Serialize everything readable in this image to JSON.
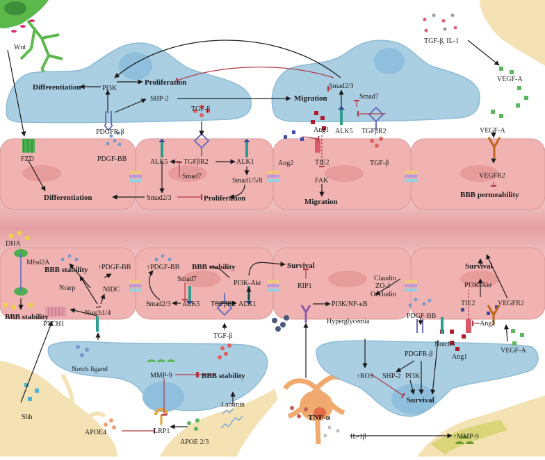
{
  "labels": {
    "wnt": "Wnt",
    "tgfb_il1": "TGF-β, IL-1",
    "vegfa_top": "VEGF-A",
    "differentiation_peri": "Differentiation",
    "pi3k_top": "PI3K",
    "proliferation_peri": "Proliferation",
    "shp2_top": "SHP-2",
    "pdgfrb_top": "PDGFR-β",
    "tgfb_top": "TGF-β",
    "smad23_peri": "Smad2/3",
    "smad7_peri": "Smad7",
    "migration_peri": "Migration",
    "ang1_top": "Ang1",
    "alk5_peri": "ALK5",
    "tgfbr2_peri": "TGFβR2",
    "vegfa_mid": "VEGF-A",
    "fzd": "FZD",
    "pdgfbb_top": "PDGF-BB",
    "alk5_ec": "ALK5",
    "tgfbr2_ec": "TGFβR2",
    "alk1_ec": "ALK1",
    "smad7_ec": "Smad7",
    "smad158": "Smad1/5/8",
    "smad23_ec": "Smad2/3",
    "proliferation_ec": "Proliferation",
    "differentiation_ec": "Differentiation",
    "ang2_top": "Ang2",
    "tie2_top": "TIE2",
    "fak": "FAK",
    "migration_ec": "Migration",
    "tgfb_ec": "TGF-β",
    "vegfr2_top": "VEGFR2",
    "bbb_perm": "BBB permeability",
    "dha": "DHA",
    "mfsd2a": "Mfsd2A",
    "bbb_stab_1": "BBB stability",
    "up_pdgfbb_1": "↑PDGF-BB",
    "nrarp": "Nrarp",
    "nidc": "NIDC",
    "bbb_stab_ec": "BBB stability",
    "up_pdgfbb_2": "↑PDGF-BB",
    "smad7_low": "Smad7",
    "smad23_low": "Smad2/3",
    "alk5_low": "ALK5",
    "tgfbr2_low": "TGFβR2",
    "alk1_low": "ALK1",
    "pi3k_akt_mid": "PI3K-Akt",
    "survival_mid": "Survival",
    "rip1": "RIP1",
    "pi3k_nfkb": "PI3K/NF-κB",
    "claudin": "Claudin",
    "zo1": "ZO-1",
    "occludin": "Occludin",
    "survival_right": "Survival",
    "pi3k_akt_right": "PI3K-Akt",
    "tie2_low": "TIE2",
    "ang2_low": "Ang2",
    "vegfr2_low": "VEGFR2",
    "ptch1": "PTCH1",
    "bbb_stab_left": "BBB stability",
    "notch14": "Notch1/4",
    "tgfb_low": "TGF-β",
    "pdgfbb_low": "PDGF-BB",
    "hyperglycemia": "Hyperglycemia",
    "notch3": "Notch3",
    "ang1_low": "Ang1",
    "vegfa_low": "VEGF-A",
    "notch_ligand": "Notch ligand",
    "mmp9": "MMP-9",
    "bbb_stab_peri": "BBB stability",
    "pdgfrb_low": "PDGFR-β",
    "up_ros": "↑ROS",
    "shp2_low": "SHP-2",
    "pi3k_low": "PI3K",
    "survival_low": "Survival",
    "shh": "Shh",
    "laminin": "Laminin",
    "apoe4": "APOE4",
    "lrp1": "LRP1",
    "apoe23": "APOE 2/3",
    "tnfa": "TNF-α",
    "il1b": "IL-1β",
    "up_mmp9": "↑MMP-9"
  },
  "colors": {
    "pericyte": "#aacfe3",
    "pericyte_nucleus": "#8fbfdc",
    "endothelial": "#f0b3b1",
    "endothelial_nucleus": "#e79c9c",
    "lumen": "#e7a9ab",
    "astrocyte": "#f4e2b4",
    "inhibit": "#b03a48"
  },
  "icons": [
    "receptor-icon",
    "ligand-dot-icon",
    "tight-junction-icon",
    "glial-cell-icon"
  ]
}
